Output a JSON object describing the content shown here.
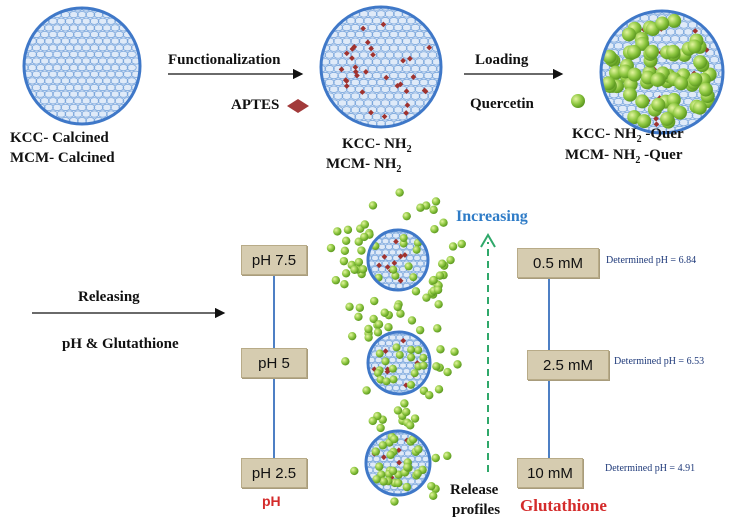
{
  "stages": {
    "calcined": {
      "line1": "KCC- Calcined",
      "line2": "MCM- Calcined"
    },
    "functionalized": {
      "line1": "KCC- NH2",
      "line2": "MCM- NH2"
    },
    "loaded": {
      "line1": "KCC- NH2 -Quer",
      "line2": "MCM- NH2 -Quer"
    }
  },
  "arrows": {
    "functionalization": "Functionalization",
    "reagent": "APTES",
    "loading": "Loading",
    "cargo": "Quercetin",
    "releasing": "Releasing",
    "stimuli": "pH & Glutathione"
  },
  "ph_scale": {
    "levels": [
      "pH 7.5",
      "pH 5",
      "pH 2.5"
    ],
    "axis_label": "pH"
  },
  "release": {
    "trend_label": "Increasing",
    "axis_label_line1": "Release",
    "axis_label_line2": "profiles"
  },
  "glutathione_scale": {
    "levels": [
      "0.5 mM",
      "2.5 mM",
      "10 mM"
    ],
    "axis_label": "Glutathione",
    "determined_ph": [
      "Determined pH  = 6.84",
      "Determined pH = 6.53",
      "Determined pH = 4.91"
    ]
  },
  "colors": {
    "particle_shell": "#3f78c8",
    "particle_fill": "#dfeaf8",
    "amine_dot": "#a0322e",
    "quercetin": "#8cc63f",
    "trend_arrow": "#2fa86a",
    "trend_text": "#2f7cc7",
    "glutathione_text": "#d42b2b",
    "ph_text": "#d42b2b",
    "scale_line": "#4d7fc4"
  }
}
